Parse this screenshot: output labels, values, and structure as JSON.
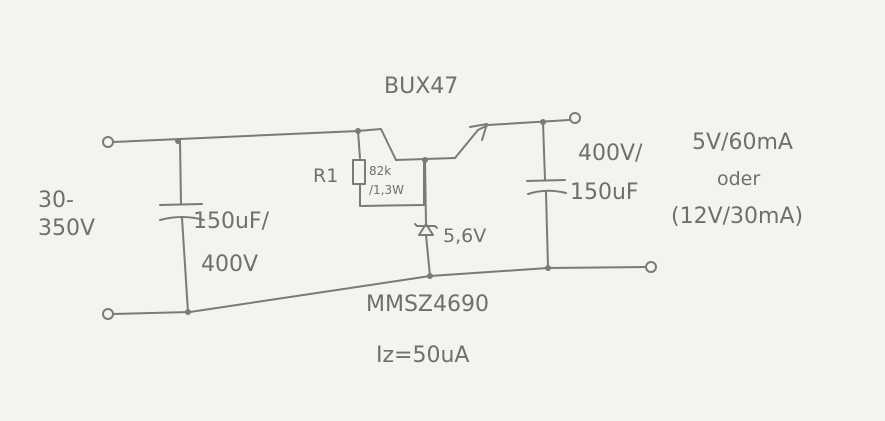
{
  "labels": {
    "transistor": "BUX47",
    "input_voltage_line1": "30-",
    "input_voltage_line2": "350V",
    "input_cap_value": "150uF/",
    "input_cap_voltage": "400V",
    "resistor_name": "R1",
    "resistor_value": "82k",
    "resistor_power": "/1,3W",
    "zener_voltage": "5,6V",
    "zener_part": "MMSZ4690",
    "zener_current": "Iz=50uA",
    "output_cap_voltage": "400V/",
    "output_cap_value": "150uF",
    "output_option1": "5V/60mA",
    "output_option2": "oder",
    "output_option3": "(12V/30mA)"
  },
  "colors": {
    "paper": "#f4f3ef",
    "pencil": "#7a7a7a",
    "text": "#6f6f6f"
  }
}
